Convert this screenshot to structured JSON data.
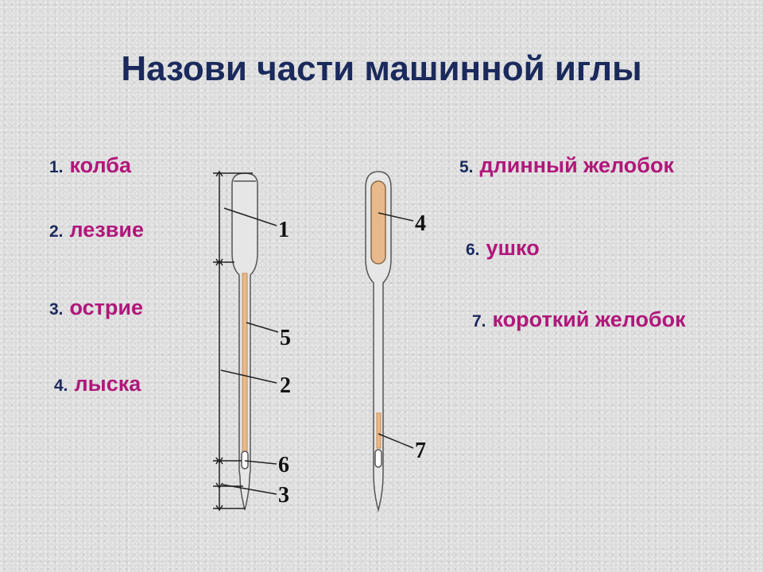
{
  "title": "Назови части машинной иглы",
  "terms": [
    {
      "num": "1.",
      "label": "колба"
    },
    {
      "num": "2.",
      "label": "лезвие"
    },
    {
      "num": "3.",
      "label": "острие"
    },
    {
      "num": "4.",
      "label": "лыска"
    },
    {
      "num": "5.",
      "label": "длинный желобок"
    },
    {
      "num": "6.",
      "label": "ушко"
    },
    {
      "num": "7.",
      "label": "короткий желобок"
    }
  ],
  "callouts": [
    "1",
    "2",
    "3",
    "4",
    "5",
    "6",
    "7"
  ],
  "colors": {
    "title": "#1a2a5c",
    "term": "#b0177a",
    "groove": "#e8b98a"
  }
}
